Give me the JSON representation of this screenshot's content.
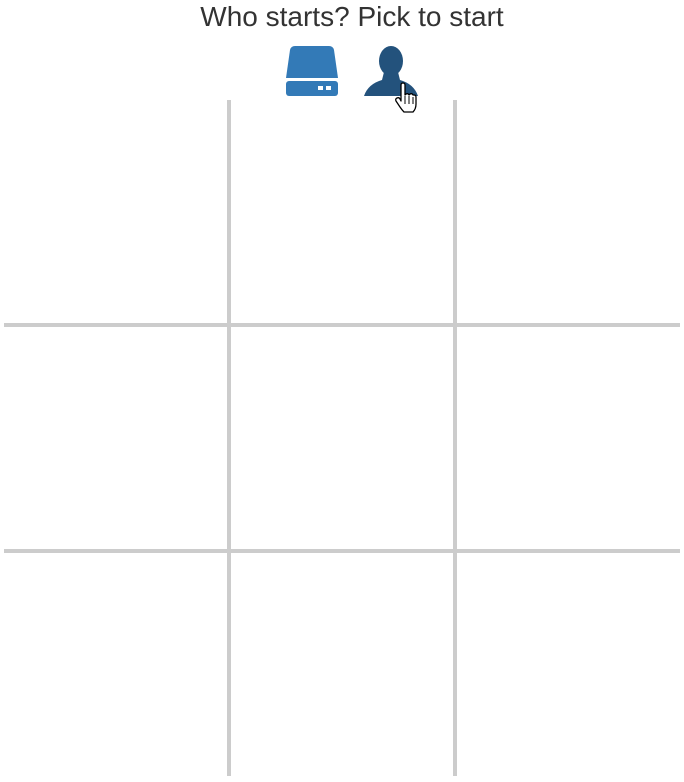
{
  "heading": "Who starts? Pick to start",
  "choices": [
    {
      "name": "computer",
      "icon": "hard-drive-icon",
      "color": "#337ab7"
    },
    {
      "name": "player",
      "icon": "user-icon",
      "color": "#23527c"
    }
  ],
  "board": {
    "cells": [
      "",
      "",
      "",
      "",
      "",
      "",
      "",
      "",
      ""
    ],
    "line_color": "#cccccc"
  }
}
